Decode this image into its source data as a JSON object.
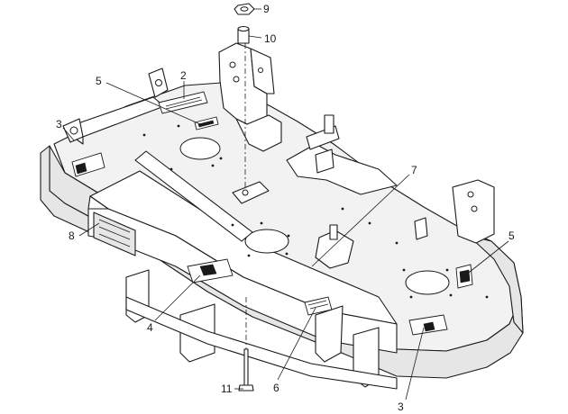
{
  "callouts": [
    {
      "id": "c9",
      "label": "9"
    },
    {
      "id": "c10",
      "label": "10"
    },
    {
      "id": "c2",
      "label": "2"
    },
    {
      "id": "c5a",
      "label": "5"
    },
    {
      "id": "c3a",
      "label": "3"
    },
    {
      "id": "c7",
      "label": "7"
    },
    {
      "id": "c8",
      "label": "8"
    },
    {
      "id": "c5b",
      "label": "5"
    },
    {
      "id": "c4",
      "label": "4"
    },
    {
      "id": "c11",
      "label": "11"
    },
    {
      "id": "c6",
      "label": "6"
    },
    {
      "id": "c3b",
      "label": "3"
    }
  ],
  "colors": {
    "line": "#1a1a1a",
    "background": "#ffffff",
    "plate": "#f2f2f2",
    "face": "#e6e6e6"
  }
}
